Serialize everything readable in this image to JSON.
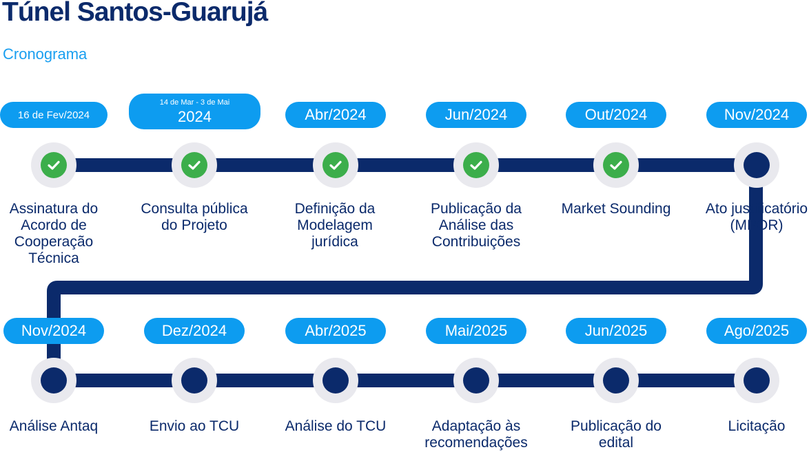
{
  "title": "Túnel Santos-Guarujá",
  "subtitle": "Cronograma",
  "colors": {
    "navy": "#0b2a6b",
    "accent_blue": "#0d9cf0",
    "check_green": "#3cae4b",
    "node_ring": "#e9e9ee"
  },
  "milestones": [
    {
      "date": "16 de Fev/2024",
      "label": "Assinatura do Acordo de Cooperação Técnica",
      "status": "done"
    },
    {
      "date_line1": "14 de Mar - 3 de Mai",
      "date_line2": "2024",
      "label": "Consulta pública do Projeto",
      "status": "done"
    },
    {
      "date": "Abr/2024",
      "label": "Definição da Modelagem jurídica",
      "status": "done"
    },
    {
      "date": "Jun/2024",
      "label": "Publicação da Análise das Contribuições",
      "status": "done"
    },
    {
      "date": "Out/2024",
      "label": "Market Sounding",
      "status": "done"
    },
    {
      "date": "Nov/2024",
      "label": "Ato justificatório (MPOR)",
      "status": "pending"
    },
    {
      "date": "Nov/2024",
      "label": "Análise Antaq",
      "status": "pending"
    },
    {
      "date": "Dez/2024",
      "label": "Envio ao TCU",
      "status": "pending"
    },
    {
      "date": "Abr/2025",
      "label": "Análise do TCU",
      "status": "pending"
    },
    {
      "date": "Mai/2025",
      "label": "Adaptação às recomendações",
      "status": "pending"
    },
    {
      "date": "Jun/2025",
      "label": "Publicação do edital",
      "status": "pending"
    },
    {
      "date": "Ago/2025",
      "label": "Licitação",
      "status": "pending"
    }
  ]
}
